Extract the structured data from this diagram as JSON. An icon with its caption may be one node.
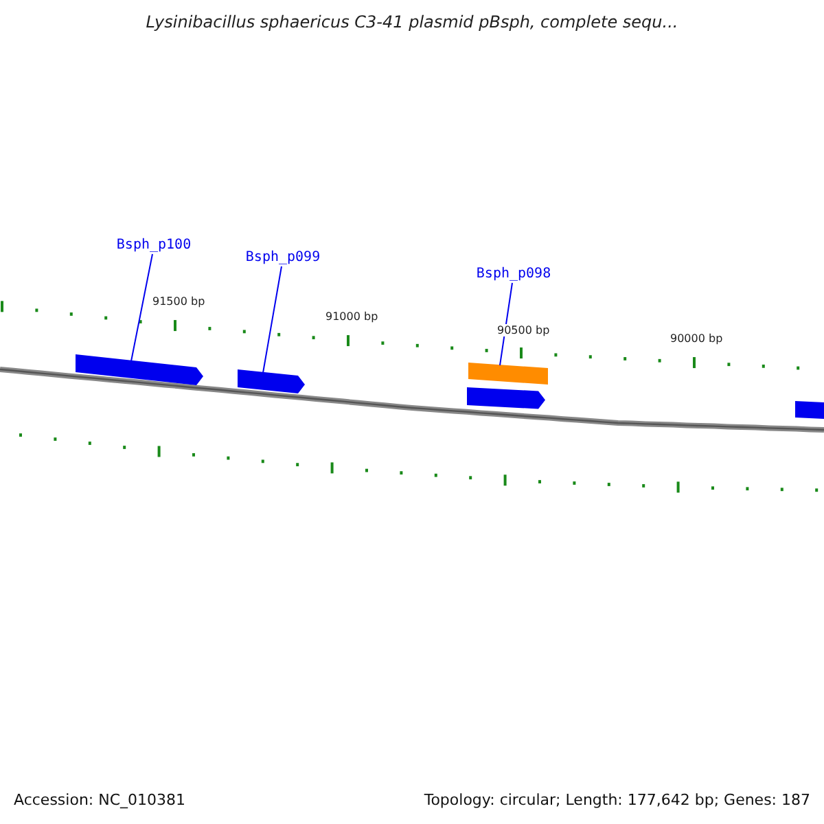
{
  "diagram": {
    "title": "Lysinibacillus sphaericus C3-41 plasmid pBsph, complete sequ...",
    "nodes": [
      {
        "text": [
          "Bsph_p100"
        ]
      },
      {
        "text": [
          "Bsph_p099"
        ]
      },
      {
        "text": [
          "Bsph_p098"
        ]
      },
      {
        "text": [],
        "shape": "arrow"
      },
      {
        "text": [],
        "shape": "arrow"
      },
      {
        "text": [],
        "shape": "bar"
      },
      {
        "text": [],
        "shape": "arrow"
      },
      {
        "text": [],
        "shape": "bar"
      }
    ],
    "edges": [
      {
        "from": 0,
        "to": 3,
        "arrow": "none"
      },
      {
        "from": 1,
        "to": 4,
        "arrow": "none"
      },
      {
        "from": 2,
        "to": 5,
        "arrow": "none"
      }
    ],
    "labels": [
      "91500 bp",
      "91000 bp",
      "90500 bp",
      "90000 bp",
      "Accession: NC_010381",
      "Topology: circular; Length: 177,642 bp; Genes: 187"
    ]
  }
}
